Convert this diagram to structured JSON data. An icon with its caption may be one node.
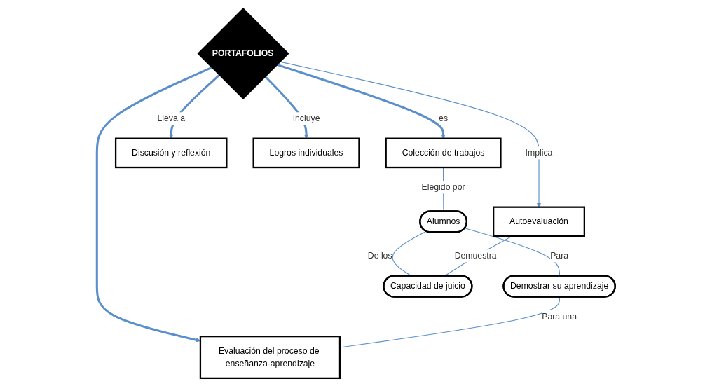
{
  "diagram": {
    "nodes": [
      {
        "text": [
          "Colección de trabajos"
        ]
      },
      {
        "text": [
          "Alumnos"
        ]
      },
      {
        "text": [
          "Autoevaluación"
        ]
      },
      {
        "text": [
          "PORTAFOLIOS"
        ]
      },
      {
        "text": [
          "Demostrar su aprendizaje"
        ]
      },
      {
        "text": [
          "Capacidad de juicio"
        ]
      },
      {
        "text": [
          "Discusión y reflexión"
        ]
      },
      {
        "text": [
          "Logros individuales"
        ]
      },
      {
        "text": [
          "Evaluación del proceso de enseñanza-aprendizaje"
        ]
      }
    ],
    "edges": [
      {
        "from": 3,
        "to": 0,
        "arrow": "to",
        "label": "es",
        "style": "thick"
      },
      {
        "from": 0,
        "to": 1,
        "arrow": "none",
        "label": "Elegido por"
      },
      {
        "from": 1,
        "to": 5,
        "arrow": "none",
        "label": "De los"
      },
      {
        "from": 1,
        "to": 4,
        "arrow": "none",
        "label": "Para"
      },
      {
        "from": 3,
        "to": 2,
        "arrow": "to",
        "label": "Implica"
      },
      {
        "from": 2,
        "to": 5,
        "arrow": "none",
        "label": "Demuestra"
      },
      {
        "from": 3,
        "to": 6,
        "arrow": "to",
        "label": "Lleva a",
        "style": "thick"
      },
      {
        "from": 3,
        "to": 7,
        "arrow": "to",
        "label": "Incluye",
        "style": "thick"
      },
      {
        "from": 3,
        "to": 8,
        "arrow": "to",
        "style": "thick"
      },
      {
        "from": 4,
        "to": 8,
        "arrow": "none",
        "label": "Para una"
      }
    ]
  }
}
